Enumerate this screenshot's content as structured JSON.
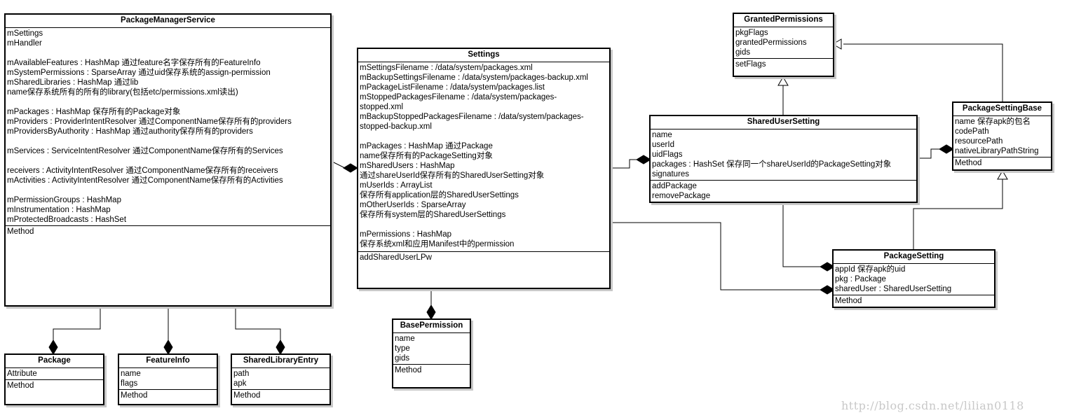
{
  "classes": {
    "pms": {
      "name": "PackageManagerService",
      "attributes": [
        "mSettings",
        "mHandler",
        "",
        "mAvailableFeatures : HashMap 通过feature名字保存所有的FeatureInfo",
        "mSystemPermissions : SparseArray 通过uid保存系统的assign-permission",
        "mSharedLibraries : HashMap 通过lib",
        "name保存系统所有的所有的library(包括etc/permissions.xml读出)",
        "",
        "mPackages : HashMap 保存所有的Package对象",
        "mProviders : ProviderIntentResolver 通过ComponentName保存所有的providers",
        "mProvidersByAuthority : HashMap 通过authority保存所有的providers",
        "",
        "mServices : ServiceIntentResolver 通过ComponentName保存所有的Services",
        "",
        "receivers : ActivityIntentResolver 通过ComponentName保存所有的receivers",
        "mActivities :  ActivityIntentResolver 通过ComponentName保存所有的Activities",
        "",
        "mPermissionGroups : HashMap",
        "mInstrumentation : HashMap",
        "mProtectedBroadcasts : HashSet"
      ],
      "methods": [
        "Method"
      ]
    },
    "settings": {
      "name": "Settings",
      "attributes": [
        "mSettingsFilename : /data/system/packages.xml",
        "mBackupSettingsFilename : /data/system/packages-backup.xml",
        "mPackageListFilename : /data/system/packages.list",
        "mStoppedPackagesFilename : /data/system/packages-",
        "stopped.xml",
        "mBackupStoppedPackagesFilename : /data/system/packages-",
        "stopped-backup.xml",
        "",
        "mPackages : HashMap  通过Package",
        "name保存所有的PackageSetting对象",
        "mSharedUsers : HashMap",
        "通过shareUserId保存所有的SharedUserSetting对象",
        "mUserIds : ArrayList",
        "保存所有application层的SharedUserSettings",
        "mOtherUserIds : SparseArray",
        "保存所有system层的SharedUserSettings",
        "",
        "mPermissions : HashMap",
        "保存系统xml和应用Manifest中的permission"
      ],
      "methods": [
        "addSharedUserLPw"
      ]
    },
    "granted": {
      "name": "GrantedPermissions",
      "attributes": [
        "pkgFlags",
        "grantedPermissions",
        "gids"
      ],
      "methods": [
        "setFlags"
      ]
    },
    "shareduser": {
      "name": "SharedUserSetting",
      "attributes": [
        "name",
        "userId",
        "uidFlags",
        "packages : HashSet 保存同一个shareUserId的PackageSetting对象",
        "signatures"
      ],
      "methods": [
        "addPackage",
        "removePackage"
      ]
    },
    "psbase": {
      "name": "PackageSettingBase",
      "attributes": [
        "name 保存apk的包名",
        "codePath",
        "resourcePath",
        "nativeLibraryPathString"
      ],
      "methods": [
        "Method"
      ]
    },
    "pkgsetting": {
      "name": "PackageSetting",
      "attributes": [
        "appId 保存apk的uid",
        "pkg : Package",
        "sharedUser : SharedUserSetting"
      ],
      "methods": [
        "Method"
      ]
    },
    "basepermission": {
      "name": "BasePermission",
      "attributes": [
        "name",
        "type",
        "gids"
      ],
      "methods": [
        "Method"
      ]
    },
    "package": {
      "name": "Package",
      "attributes": [
        "Attribute"
      ],
      "methods": [
        "Method"
      ]
    },
    "featureinfo": {
      "name": "FeatureInfo",
      "attributes": [
        "name",
        "flags"
      ],
      "methods": [
        "Method"
      ]
    },
    "sharedlib": {
      "name": "SharedLibraryEntry",
      "attributes": [
        "path",
        "apk"
      ],
      "methods": [
        "Method"
      ]
    }
  },
  "watermark": "http://blog.csdn.net/lilian0118"
}
